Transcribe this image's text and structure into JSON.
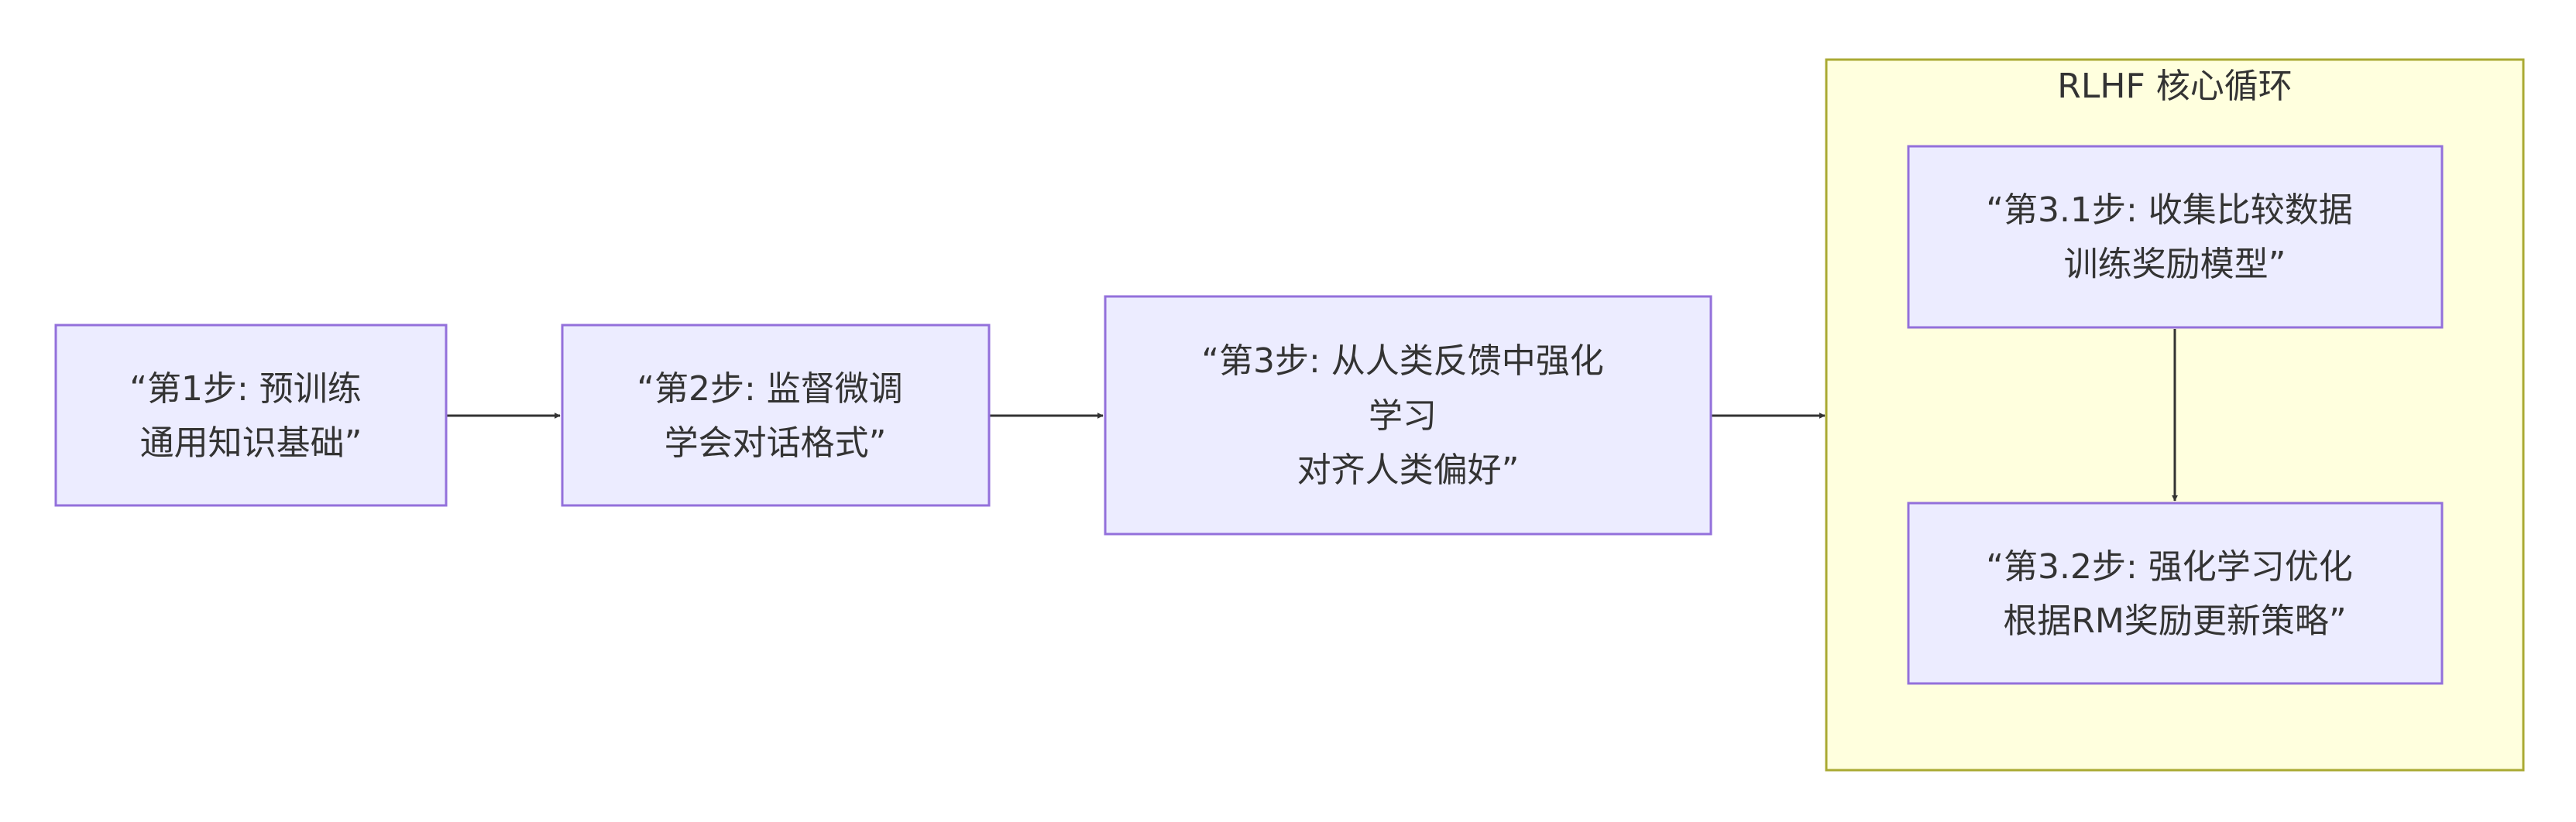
{
  "diagram": {
    "type": "flowchart",
    "direction": "left-to-right",
    "nodes": [
      {
        "id": "step1",
        "lines": [
          "“第1步: 预训练",
          "通用知识基础”"
        ]
      },
      {
        "id": "step2",
        "lines": [
          "“第2步: 监督微调",
          "学会对话格式”"
        ]
      },
      {
        "id": "step3",
        "lines": [
          "“第3步: 从人类反馈中强化",
          "学习",
          "对齐人类偏好”"
        ]
      },
      {
        "id": "step3_1",
        "lines": [
          "“第3.1步: 收集比较数据",
          "训练奖励模型”"
        ]
      },
      {
        "id": "step3_2",
        "lines": [
          "“第3.2步: 强化学习优化",
          "根据RM奖励更新策略”"
        ]
      }
    ],
    "cluster": {
      "title": "RLHF 核心循环",
      "contains": [
        "step3_1",
        "step3_2"
      ]
    },
    "edges": [
      {
        "from": "step1",
        "to": "step2"
      },
      {
        "from": "step2",
        "to": "step3"
      },
      {
        "from": "step3",
        "to": "cluster"
      },
      {
        "from": "step3_1",
        "to": "step3_2"
      }
    ],
    "colors": {
      "node_fill": "#ECECFF",
      "node_stroke": "#9370DB",
      "cluster_fill": "#FFFFDE",
      "cluster_stroke": "#AAAA33",
      "edge": "#333333",
      "text": "#333333"
    }
  }
}
